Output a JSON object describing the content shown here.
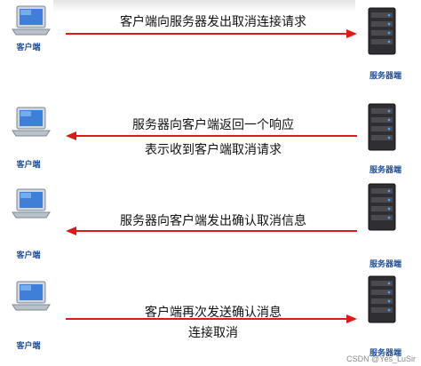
{
  "nodes": {
    "client": "客户端",
    "server": "服务器端"
  },
  "steps": [
    {
      "lines": [
        "客户端向服务器发出取消连接请求"
      ],
      "direction": "to-server"
    },
    {
      "lines": [
        "服务器向客户端返回一个响应",
        "表示收到客户端取消请求"
      ],
      "direction": "to-client"
    },
    {
      "lines": [
        "服务器向客户端发出确认取消信息"
      ],
      "direction": "to-client"
    },
    {
      "lines": [
        "客户端再次发送确认消息",
        "连接取消"
      ],
      "direction": "to-server"
    }
  ],
  "colors": {
    "arrow": "#e01818",
    "label": "#1f4e96"
  },
  "watermark": "CSDN @Yes_LuSir"
}
